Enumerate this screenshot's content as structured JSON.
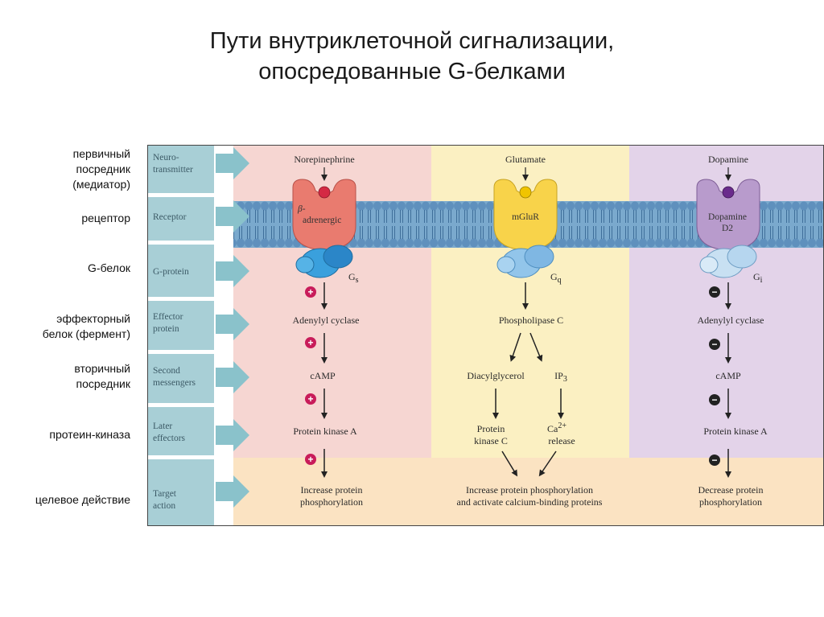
{
  "title": {
    "line1": "Пути внутриклеточной сигнализации,",
    "line2": "опосредованные G-белками"
  },
  "ru_labels": [
    {
      "line1": "первичный",
      "line2": "посредник",
      "line3": "(медиатор)"
    },
    {
      "line1": "рецептор"
    },
    {
      "line1": "G-белок"
    },
    {
      "line1": "эффекторный",
      "line2": "белок (фермент)"
    },
    {
      "line1": "вторичный",
      "line2": "посредник"
    },
    {
      "line1": "протеин-киназа"
    },
    {
      "line1": "целевое действие"
    }
  ],
  "rows": [
    {
      "line1": "Neuro-",
      "line2": "transmitter"
    },
    {
      "line1": "Receptor"
    },
    {
      "line1": "G-protein"
    },
    {
      "line1": "Effector",
      "line2": "protein"
    },
    {
      "line1": "Second",
      "line2": "messengers"
    },
    {
      "line1": "Later",
      "line2": "effectors"
    },
    {
      "line1": "Target",
      "line2": "action"
    }
  ],
  "pathways": [
    {
      "neurotransmitter": "Norepinephrine",
      "receptor_line1": "β-",
      "receptor_line2": "adrenergic",
      "g_protein": "G",
      "g_protein_sub": "s",
      "effector": "Adenylyl cyclase",
      "second_messenger": "cAMP",
      "later_effector": "Protein kinase A",
      "target_line1": "Increase protein",
      "target_line2": "phosphorylation",
      "signs": [
        "+",
        "+",
        "+",
        "+"
      ],
      "bg_color": "#f6d6d2",
      "receptor_color": "#e97b6f",
      "ligand_color": "#d42a44",
      "gprotein_color": "#3aa0dd"
    },
    {
      "neurotransmitter": "Glutamate",
      "receptor_line1": "mGluR",
      "g_protein": "G",
      "g_protein_sub": "q",
      "effector": "Phospholipase C",
      "second_messenger_a": "Diacylglycerol",
      "second_messenger_b": "IP",
      "second_messenger_b_sub": "3",
      "later_effector_a_line1": "Protein",
      "later_effector_a_line2": "kinase C",
      "later_effector_b_line1": "Ca",
      "later_effector_b_sup": "2+",
      "later_effector_b_line2": "release",
      "target_line1": "Increase protein phosphorylation",
      "target_line2": "and activate calcium-binding proteins",
      "bg_color": "#fbf0c2",
      "receptor_color": "#f8d34a",
      "ligand_color": "#f0c400",
      "gprotein_color": "#92c5ea"
    },
    {
      "neurotransmitter": "Dopamine",
      "receptor_line1": "Dopamine",
      "receptor_line2": "D2",
      "g_protein": "G",
      "g_protein_sub": "i",
      "effector": "Adenylyl cyclase",
      "second_messenger": "cAMP",
      "later_effector": "Protein kinase A",
      "target_line1": "Decrease protein",
      "target_line2": "phosphorylation",
      "signs": [
        "−",
        "−",
        "−",
        "−"
      ],
      "bg_color": "#e3d3e9",
      "receptor_color": "#b89bcc",
      "ligand_color": "#6a2b8c",
      "gprotein_color": "#c8e0f2"
    }
  ],
  "colors": {
    "row_column": "#a8cfd6",
    "arrow": "#8ac2cb",
    "membrane": "#6c9fc6",
    "target_band": "#fbe3c2",
    "plus": "#c81c5a",
    "minus": "#222222"
  }
}
